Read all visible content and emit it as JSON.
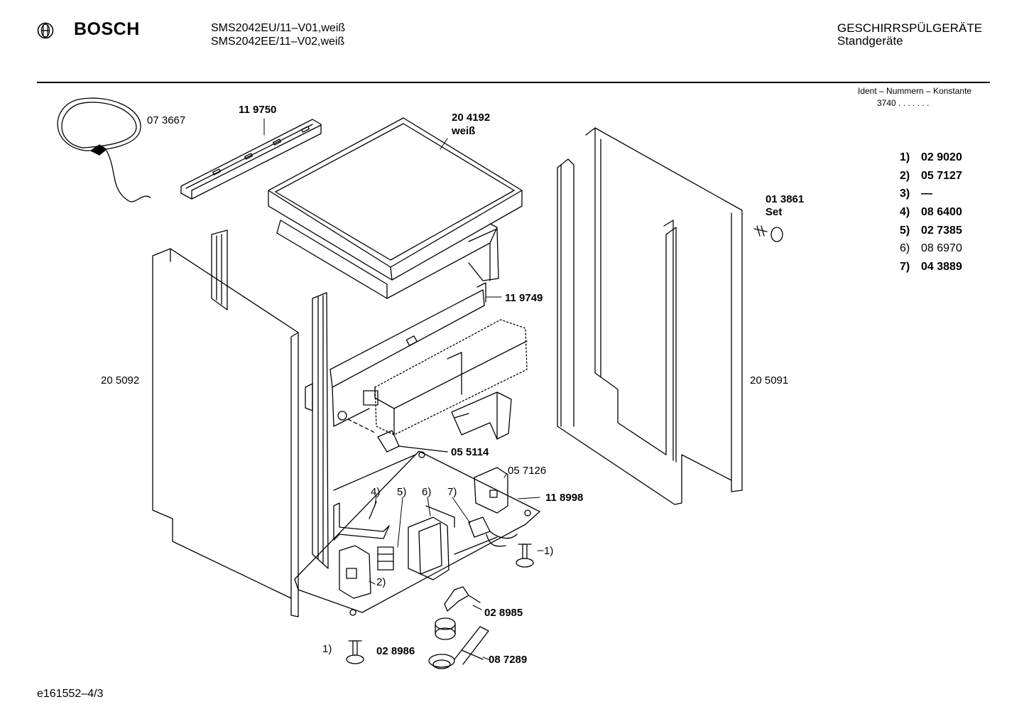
{
  "header": {
    "brand": "BOSCH",
    "models": [
      "SMS2042EU/11–V01,weiß",
      "SMS2042EE/11–V02,weiß"
    ],
    "category": "GESCHIRRSPÜLGERÄTE",
    "subcategory": "Standgeräte"
  },
  "ident": {
    "title": "Ident – Nummern – Konstante",
    "value": "3740 . . . . . . ."
  },
  "legend": [
    {
      "num": "1)",
      "part": "02 9020",
      "bold": true
    },
    {
      "num": "2)",
      "part": "05 7127",
      "bold": true
    },
    {
      "num": "3)",
      "part": "—",
      "bold": true
    },
    {
      "num": "4)",
      "part": "08 6400",
      "bold": true
    },
    {
      "num": "5)",
      "part": "02 7385",
      "bold": true
    },
    {
      "num": "6)",
      "part": "08 6970",
      "bold": false
    },
    {
      "num": "7)",
      "part": "04 3889",
      "bold": true
    }
  ],
  "parts": {
    "cable": "07 3667",
    "rail": "11 9750",
    "top_panel": "20 4192",
    "top_panel_color": "weiß",
    "set_no": "01 3861",
    "set_word": "Set",
    "bracket_rear": "11 9749",
    "side_left": "20 5092",
    "side_right": "20 5091",
    "capacitor": "05 5114",
    "mount_plate": "05 7126",
    "base": "11 8998",
    "callout_4": "4)",
    "callout_5": "5)",
    "callout_6": "6)",
    "callout_7": "7)",
    "callout_1_right": "1)",
    "callout_2": "2)",
    "callout_1_left": "1)",
    "switch": "02 8985",
    "float": "02 8986",
    "float_assembly": "08 7289"
  },
  "footer": {
    "doc_id": "e161552–4/3"
  }
}
